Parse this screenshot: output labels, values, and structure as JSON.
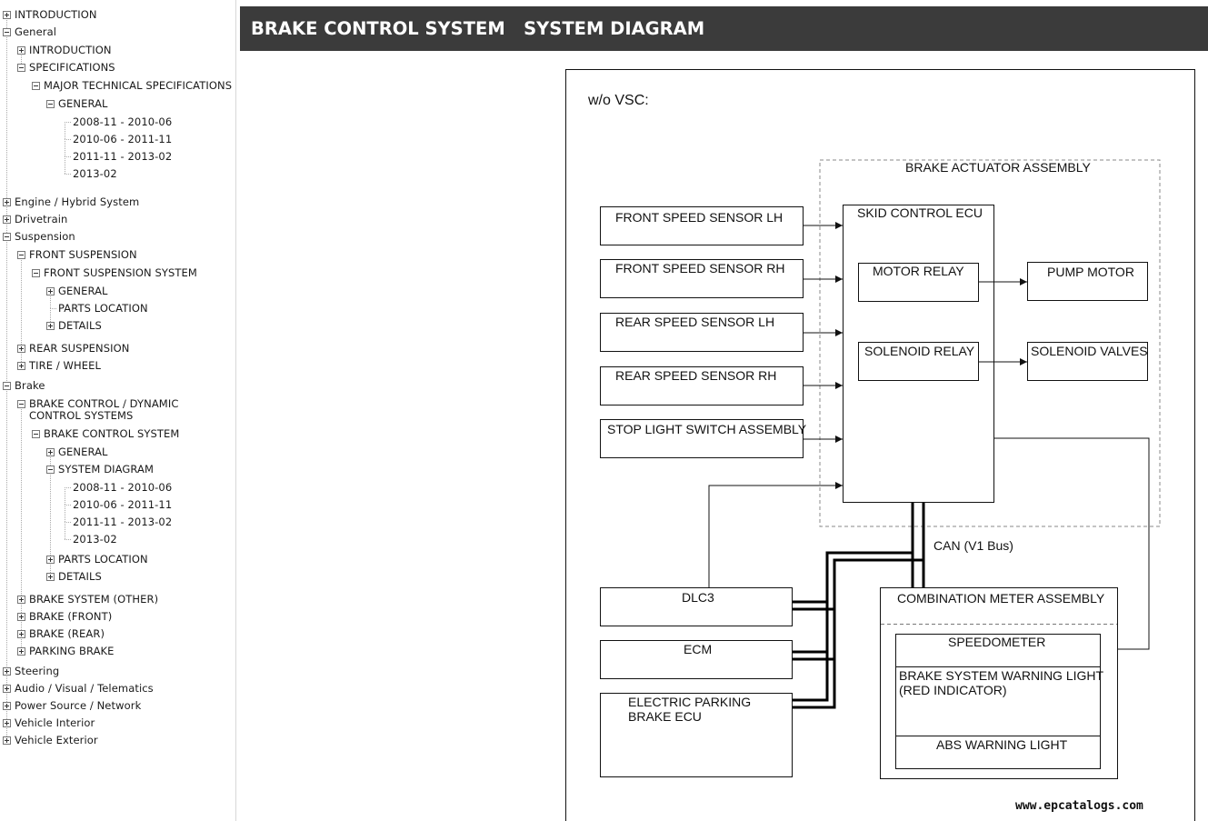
{
  "header": {
    "title": "BRAKE CONTROL SYSTEM   SYSTEM DIAGRAM"
  },
  "tree": [
    {
      "label": "INTRODUCTION",
      "toggle": "plus"
    },
    {
      "label": "General",
      "toggle": "minus"
    },
    {
      "label": "INTRODUCTION",
      "toggle": "plus"
    },
    {
      "label": "SPECIFICATIONS",
      "toggle": "minus"
    },
    {
      "label": "MAJOR TECHNICAL SPECIFICATIONS",
      "toggle": "minus"
    },
    {
      "label": "GENERAL",
      "toggle": "minus"
    },
    {
      "label": "2008-11 - 2010-06",
      "toggle": "none"
    },
    {
      "label": "2010-06 - 2011-11",
      "toggle": "none"
    },
    {
      "label": "2011-11 - 2013-02",
      "toggle": "none"
    },
    {
      "label": "2013-02",
      "toggle": "none"
    },
    {
      "label": "Engine / Hybrid System",
      "toggle": "plus"
    },
    {
      "label": "Drivetrain",
      "toggle": "plus"
    },
    {
      "label": "Suspension",
      "toggle": "minus"
    },
    {
      "label": "FRONT SUSPENSION",
      "toggle": "minus"
    },
    {
      "label": "FRONT SUSPENSION SYSTEM",
      "toggle": "minus"
    },
    {
      "label": "GENERAL",
      "toggle": "plus"
    },
    {
      "label": "PARTS LOCATION",
      "toggle": "none"
    },
    {
      "label": "DETAILS",
      "toggle": "plus"
    },
    {
      "label": "REAR SUSPENSION",
      "toggle": "plus"
    },
    {
      "label": "TIRE / WHEEL",
      "toggle": "plus"
    },
    {
      "label": "Brake",
      "toggle": "minus"
    },
    {
      "label": "BRAKE CONTROL / DYNAMIC CONTROL SYSTEMS",
      "toggle": "minus"
    },
    {
      "label": "BRAKE CONTROL SYSTEM",
      "toggle": "minus"
    },
    {
      "label": "GENERAL",
      "toggle": "plus"
    },
    {
      "label": "SYSTEM DIAGRAM",
      "toggle": "minus"
    },
    {
      "label": "2008-11 - 2010-06",
      "toggle": "none"
    },
    {
      "label": "2010-06 - 2011-11",
      "toggle": "none"
    },
    {
      "label": "2011-11 - 2013-02",
      "toggle": "none"
    },
    {
      "label": "2013-02",
      "toggle": "none"
    },
    {
      "label": "PARTS LOCATION",
      "toggle": "plus"
    },
    {
      "label": "DETAILS",
      "toggle": "plus"
    },
    {
      "label": "BRAKE SYSTEM (OTHER)",
      "toggle": "plus"
    },
    {
      "label": "BRAKE (FRONT)",
      "toggle": "plus"
    },
    {
      "label": "BRAKE (REAR)",
      "toggle": "plus"
    },
    {
      "label": "PARKING BRAKE",
      "toggle": "plus"
    },
    {
      "label": "Steering",
      "toggle": "plus"
    },
    {
      "label": "Audio / Visual / Telematics",
      "toggle": "plus"
    },
    {
      "label": "Power Source / Network",
      "toggle": "plus"
    },
    {
      "label": "Vehicle Interior",
      "toggle": "plus"
    },
    {
      "label": "Vehicle Exterior",
      "toggle": "plus"
    }
  ],
  "diagram": {
    "caption": "w/o VSC:",
    "actuator_group": "BRAKE ACTUATOR ASSEMBLY",
    "sensors": [
      "FRONT SPEED SENSOR LH",
      "FRONT SPEED SENSOR RH",
      "REAR SPEED SENSOR LH",
      "REAR SPEED SENSOR RH",
      "STOP LIGHT SWITCH ASSEMBLY"
    ],
    "skid_ecu": "SKID CONTROL ECU",
    "motor_relay": "MOTOR RELAY",
    "solenoid_relay": "SOLENOID RELAY",
    "pump_motor": "PUMP MOTOR",
    "solenoid_valves": "SOLENOID VALVES",
    "can_label": "CAN (V1 Bus)",
    "dlc3": "DLC3",
    "ecm": "ECM",
    "epb_line1": "ELECTRIC PARKING",
    "epb_line2": "BRAKE ECU",
    "meter_assembly": "COMBINATION METER ASSEMBLY",
    "speedometer": "SPEEDOMETER",
    "warning_line1": "BRAKE SYSTEM WARNING LIGHT",
    "warning_line2": "(RED INDICATOR)",
    "abs_light": "ABS WARNING LIGHT",
    "watermark": "www.epcatalogs.com"
  }
}
